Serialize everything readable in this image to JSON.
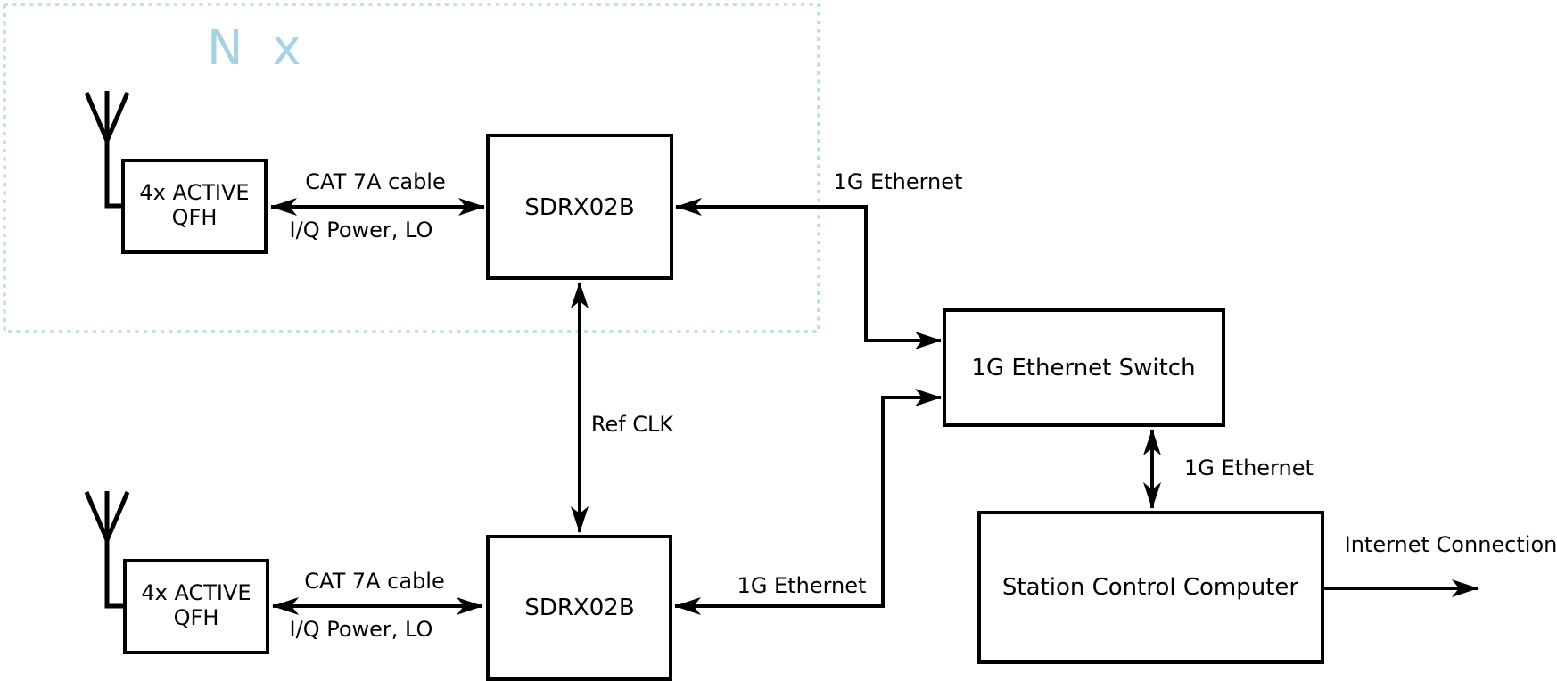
{
  "diagram": {
    "group": {
      "multiplier_label": "N x"
    },
    "nodes": {
      "qfh_top": {
        "line1": "4x ACTIVE",
        "line2": "QFH"
      },
      "sdrx_top": {
        "label": "SDRX02B"
      },
      "qfh_bottom": {
        "line1": "4x ACTIVE",
        "line2": "QFH"
      },
      "sdrx_bottom": {
        "label": "SDRX02B"
      },
      "ethernet_switch": {
        "label": "1G Ethernet Switch"
      },
      "station_computer": {
        "label": "Station Control Computer"
      }
    },
    "edges": {
      "rf_link_top": {
        "label_above": "CAT 7A cable",
        "label_below": "I/Q Power, LO"
      },
      "rf_link_bottom": {
        "label_above": "CAT 7A cable",
        "label_below": "I/Q Power, LO"
      },
      "ethernet_top": {
        "label": "1G Ethernet"
      },
      "ethernet_bottom": {
        "label": "1G Ethernet"
      },
      "ref_clk": {
        "label": "Ref CLK"
      },
      "switch_to_computer": {
        "label": "1G Ethernet"
      },
      "internet": {
        "label": "Internet Connection"
      }
    },
    "colors": {
      "accent_text": "#a5d2e4",
      "accent_border": "#b5dcea",
      "line": "#000000",
      "background": "#ffffff"
    }
  }
}
